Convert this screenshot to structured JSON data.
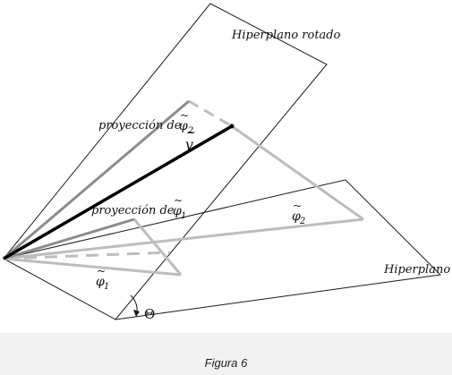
{
  "labels": {
    "rotated_plane": "Hiperplano rotado",
    "plane": "Hiperplano",
    "proj_phi2_text": "proyección de",
    "proj_phi1_text": "proyección de",
    "phi_symbol": "φ",
    "phi_tilde": "~",
    "sub1": "1",
    "sub2": "2",
    "v_symbol": "v",
    "v_tilde": "~",
    "theta": "Θ"
  },
  "caption": "Figura 6",
  "colors": {
    "outline": "#1a1a1a",
    "vector_v": "#000000",
    "projection_phi2": "#8c8c8c",
    "projection_phi1": "#8c8c8c",
    "phi_vectors": "#bdbdbd",
    "dashed": "#bdbdbd",
    "background_band": "#f2f2f2"
  }
}
